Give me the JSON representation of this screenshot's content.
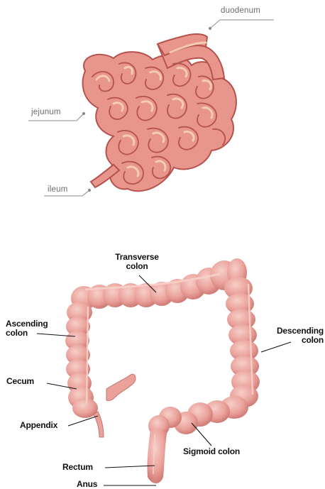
{
  "small_intestine": {
    "labels": {
      "duodenum": "duodenum",
      "jejunum": "jejunum",
      "ileum": "ileum"
    }
  },
  "large_intestine": {
    "labels": {
      "transverse_line1": "Transverse",
      "transverse_line2": "colon",
      "ascending_line1": "Ascending",
      "ascending_line2": "colon",
      "descending_line1": "Descending",
      "descending_line2": "colon",
      "cecum": "Cecum",
      "appendix": "Appendix",
      "sigmoid": "Sigmoid colon",
      "rectum": "Rectum",
      "anus": "Anus"
    }
  },
  "colors": {
    "intestine_fill": "#e8968c",
    "intestine_outline": "#b5524d",
    "intestine_highlight": "#f6d3b4",
    "colon_fill": "#eaa19a",
    "colon_dark": "#c9746e",
    "colon_light": "#f6cfc8",
    "label_light": "#6b6b6b",
    "label_dark": "#111111"
  }
}
